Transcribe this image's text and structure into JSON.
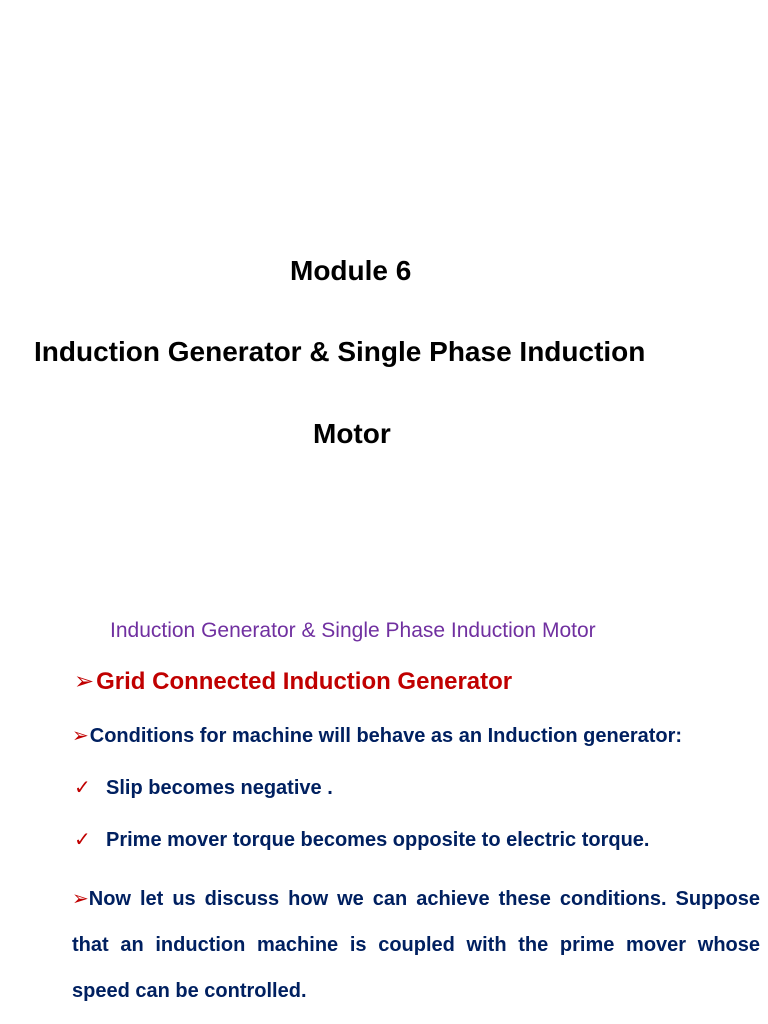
{
  "slide1": {
    "module_title": "Module 6",
    "subtitle_line1": "Induction Generator & Single Phase Induction",
    "subtitle_line2": "Motor"
  },
  "slide2": {
    "title": "Induction Generator & Single Phase Induction Motor",
    "heading_arrow": "➢",
    "heading": "Grid Connected Induction Generator",
    "conditions_arrow": "➢",
    "conditions": "Conditions for machine will behave as an Induction generator:",
    "check_mark": "✓",
    "condition_items": [
      "Slip becomes negative .",
      "Prime mover torque becomes opposite to electric torque."
    ],
    "paragraph_arrow": "➢",
    "paragraph": "Now let us discuss how we can achieve these conditions. Suppose that an induction machine is coupled with the prime mover whose speed can be controlled.",
    "colors": {
      "title_purple": "#7030a0",
      "heading_red": "#c00000",
      "body_navy": "#002060"
    }
  }
}
